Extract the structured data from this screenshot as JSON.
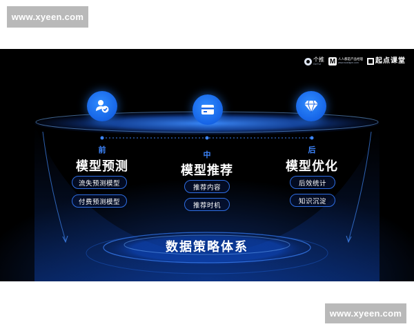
{
  "watermark": {
    "text": "www.xyeen.com"
  },
  "logos": {
    "getui_name": "个推",
    "getui_sub": "GeTuI",
    "woshipm_name": "人人都是产品经理",
    "woshipm_url": "www.woshipm.com",
    "qidian_name": "起点课堂"
  },
  "columns": [
    {
      "tag": "前",
      "title": "模型预测",
      "items": [
        "流失预测模型",
        "付费预测模型"
      ],
      "icon": "user-check-icon"
    },
    {
      "tag": "中",
      "title": "模型推荐",
      "items": [
        "推荐内容",
        "推荐时机"
      ],
      "icon": "card-icon"
    },
    {
      "tag": "后",
      "title": "模型优化",
      "items": [
        "后效统计",
        "知识沉淀"
      ],
      "icon": "diamond-icon"
    }
  ],
  "center_title": "数据策略体系",
  "colors": {
    "accent": "#1664e6",
    "tag": "#3d86ff",
    "pill_border": "#2f6fe6"
  }
}
